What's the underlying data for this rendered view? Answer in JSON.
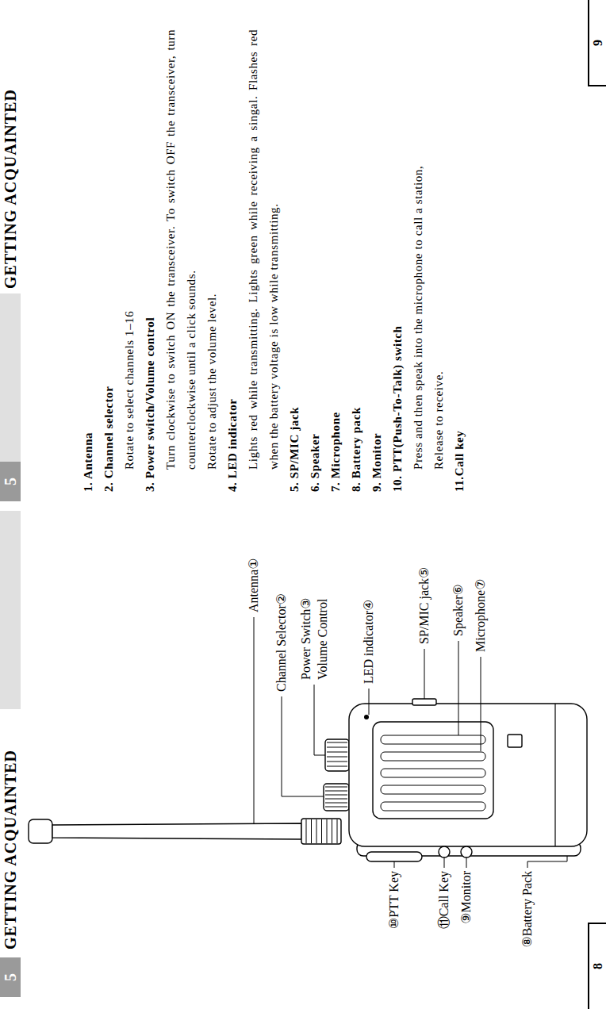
{
  "diagram": {
    "title": "GETTING ACQUAINTED",
    "labels": [
      "5",
      "5",
      "GETTING ACQUAINTED",
      "Antenna①",
      "Channel Selector②",
      "Power Switch③",
      "Volume Control",
      "LED indicator④",
      "SP/MIC jack⑤",
      "Speaker⑥",
      "Microphone⑦",
      "⑩PTT Key",
      "⑪Call Key",
      "⑨Monitor",
      "⑧Battery Pack",
      "1. Antenna",
      "2. Channel selector",
      "Rotate to select channels 1–16",
      "3. Power switch/Volume control",
      "Turn clockwise to switch ON the transceiver. To switch OFF the transceiver, turn counterclockwise until a click sounds.",
      "Rotate to adjust the volume level.",
      "4. LED indicator",
      "Lights red while transmitting. Lights green while receiving a singal. Flashes red when the battery voltage is low while transmitting.",
      "5. SP/MIC jack",
      "6. Speaker",
      "7. Microphone",
      "8. Battery pack",
      "9. Monitor",
      "10. PTT(Push-To-Talk) switch",
      "Press and then speak into the microphone to call a station,",
      "Release to receive.",
      "11.Call key",
      "8",
      "9"
    ]
  }
}
